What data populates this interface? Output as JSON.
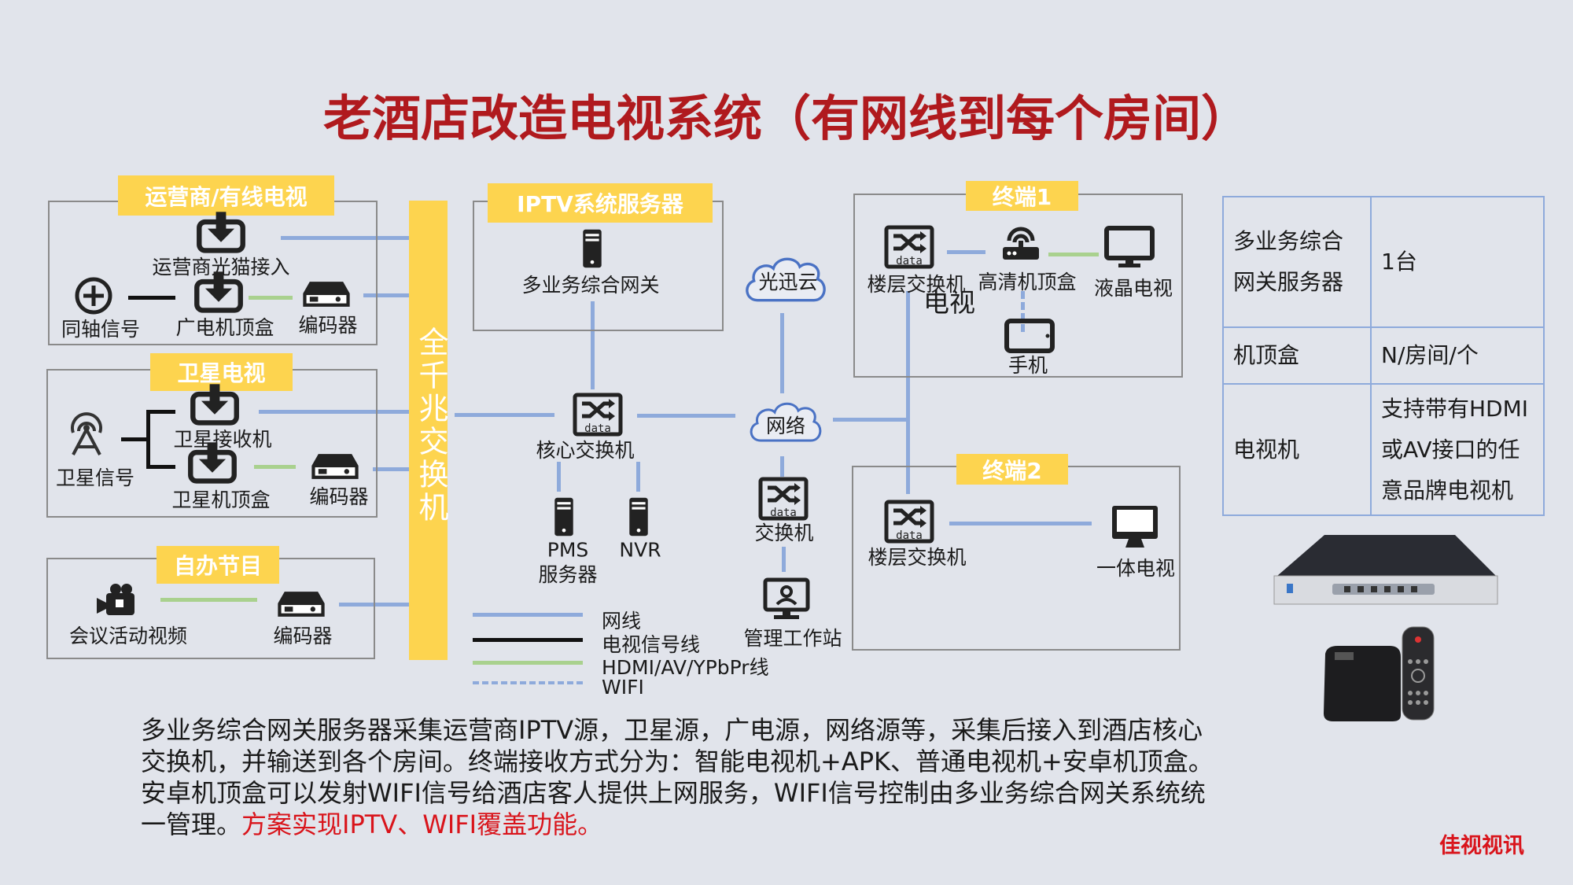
{
  "title": "老酒店改造电视系统（有网线到每个房间）",
  "backbone": "全千兆交换机",
  "groups": {
    "operator": {
      "title": "运营商/有线电视",
      "optical_modem": "运营商光猫接入",
      "coax": "同轴信号",
      "stb": "广电机顶盒",
      "encoder": "编码器"
    },
    "satellite": {
      "title": "卫星电视",
      "signal": "卫星信号",
      "receiver": "卫星接收机",
      "stb": "卫星机顶盒",
      "encoder": "编码器"
    },
    "self": {
      "title": "自办节目",
      "camera": "会议活动视频",
      "encoder": "编码器"
    },
    "iptv": {
      "title": "IPTV系统服务器",
      "gateway": "多业务综合网关"
    },
    "core": {
      "switch": "核心交换机",
      "pms_1": "PMS",
      "pms_2": "服务器",
      "nvr": "NVR"
    },
    "cloud": {
      "guangxun": "光迅云",
      "network": "网络",
      "switch": "交换机",
      "workstation": "管理工作站"
    },
    "terminal1": {
      "title": "终端1",
      "floor_switch": "楼层交换机",
      "overlap": "电视",
      "hd_stb": "高清机顶盒",
      "lcd_tv": "液晶电视",
      "phone": "手机"
    },
    "terminal2": {
      "title": "终端2",
      "floor_switch": "楼层交换机",
      "aio_tv": "一体电视"
    }
  },
  "legend": [
    "网线",
    "电视信号线",
    "HDMI/AV/YPbPr线",
    "WIFI"
  ],
  "legend_colors": [
    "#8eaadb",
    "#111111",
    "#a9d18e",
    "#8eaadb"
  ],
  "table": {
    "r1c1a": "多业务综合",
    "r1c1b": "网关服务器",
    "r1c2": "1台",
    "r2c1": "机顶盒",
    "r2c2": "N/房间/个",
    "r3c1": "电视机",
    "r3c2a": "支持带有HDMI",
    "r3c2b": "或AV接口的任",
    "r3c2c": "意品牌电视机"
  },
  "description": {
    "line1": "多业务综合网关服务器采集运营商IPTV源，卫星源，广电源，网络源等，采集后接入到酒店核心",
    "line2": "交换机，并输送到各个房间。终端接收方式分为：智能电视机+APK、普通电视机+安卓机顶盒。",
    "line3": "安卓机顶盒可以发射WIFI信号给酒店客人提供上网服务，WIFI信号控制由多业务综合网关系统统",
    "line4a": "一管理。",
    "line4b": "方案实现IPTV、WIFI覆盖功能。"
  },
  "brand": "佳视视讯"
}
